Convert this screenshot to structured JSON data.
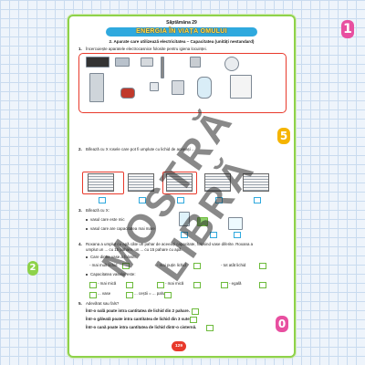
{
  "header": {
    "week": "Săptămâna 29",
    "title": "ENERGIA ÎN VIAȚA OMULUI",
    "subtitle": "2. Aparate care utilizează electricitatea – Capacitatea (unități nestandard)"
  },
  "exercises": {
    "ex1": {
      "num": "1.",
      "text": "Încercuiește aparatele electrocasnice folosite pentru igiena locuinței."
    },
    "ex2": {
      "num": "2.",
      "text": "Bifează cu X rosele care pot fi umplute cu lichid de aceeași ..."
    },
    "ex3": {
      "num": "3.",
      "text": "Bifează cu X:",
      "a": "vasul care este mic",
      "b": "vasul care are capacitatea mai mare"
    },
    "ex4": {
      "num": "4.",
      "text": "Roxana a umplut cu apă câte un pahar de aceeași capacitate, folosind vase diferite. Roxana a",
      "text2": "umplut un ... cu 15 pahare, un ... cu 15 pahare cu apă.",
      "a": "Care dintre vase a folosit:",
      "a1": "- mai mult lichid",
      "a2": "- mai puțin lichid",
      "a3": "- tot atât lichid",
      "b": "Capacitatea vaselor este:",
      "b1": "- mai mică",
      "b2": "- mai mică",
      "b3": "- egală",
      "c1": "... vase",
      "c2": "... ceștii = ... pahare"
    },
    "ex5": {
      "num": "5.",
      "text": "Adevărat sau fals?",
      "a": "Într-o oală poate intra cantitatea de lichid din 2 pahare.",
      "b": "Într-o găleată poate intra cantitatea de lichid din 3 sute.",
      "c": "Într-o cană poate intra cantitatea de lichid dintr-o cisternă."
    }
  },
  "page_number": "129",
  "watermark": "MOSTRĂ LIBRĂ",
  "decorations": {
    "top_right": "1",
    "right_mid": "5",
    "right_bottom": "0",
    "left_bottom": "2"
  },
  "colors": {
    "banner": "#2fa9de",
    "frame": "#e8392b",
    "grid": "#c9dbef",
    "page_border": "#8ed24a"
  }
}
